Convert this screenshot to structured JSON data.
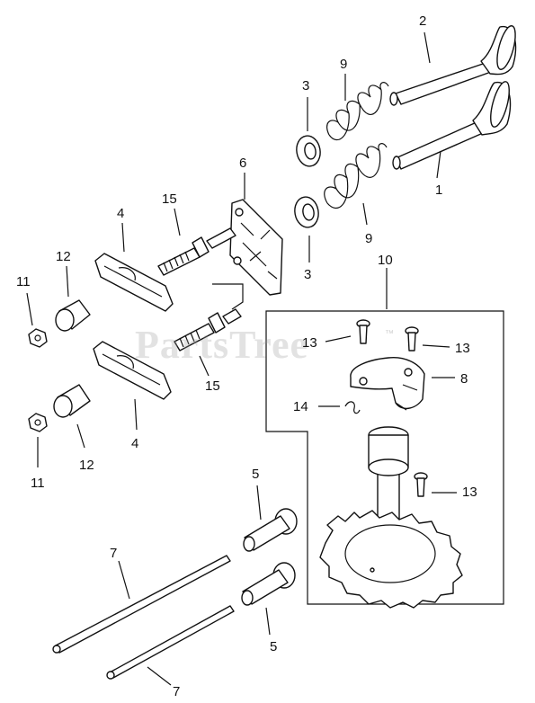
{
  "watermark": {
    "text": "PartsTree",
    "trademark": "™"
  },
  "callouts": [
    {
      "id": "valve-top",
      "label": "2"
    },
    {
      "id": "valve-bottom",
      "label": "1"
    },
    {
      "id": "spring-top",
      "label": "9"
    },
    {
      "id": "spring-bottom",
      "label": "9"
    },
    {
      "id": "retainer-top",
      "label": "3"
    },
    {
      "id": "retainer-bottom",
      "label": "3"
    },
    {
      "id": "guide-plate",
      "label": "6"
    },
    {
      "id": "stud",
      "label": "15"
    },
    {
      "id": "stud-lower",
      "label": "15"
    },
    {
      "id": "rocker-top",
      "label": "4"
    },
    {
      "id": "rocker-bottom",
      "label": "4"
    },
    {
      "id": "adjuster-top",
      "label": "12"
    },
    {
      "id": "adjuster-bottom",
      "label": "12"
    },
    {
      "id": "nut-top",
      "label": "11"
    },
    {
      "id": "nut-bottom",
      "label": "11"
    },
    {
      "id": "camshaft-assembly",
      "label": "10"
    },
    {
      "id": "screw-left",
      "label": "13"
    },
    {
      "id": "screw-right",
      "label": "13"
    },
    {
      "id": "screw-lower",
      "label": "13"
    },
    {
      "id": "decompressor",
      "label": "8"
    },
    {
      "id": "spring-small",
      "label": "14"
    },
    {
      "id": "tappet-top",
      "label": "5"
    },
    {
      "id": "tappet-bottom",
      "label": "5"
    },
    {
      "id": "pushrod-top",
      "label": "7"
    },
    {
      "id": "pushrod-bottom",
      "label": "7"
    }
  ]
}
